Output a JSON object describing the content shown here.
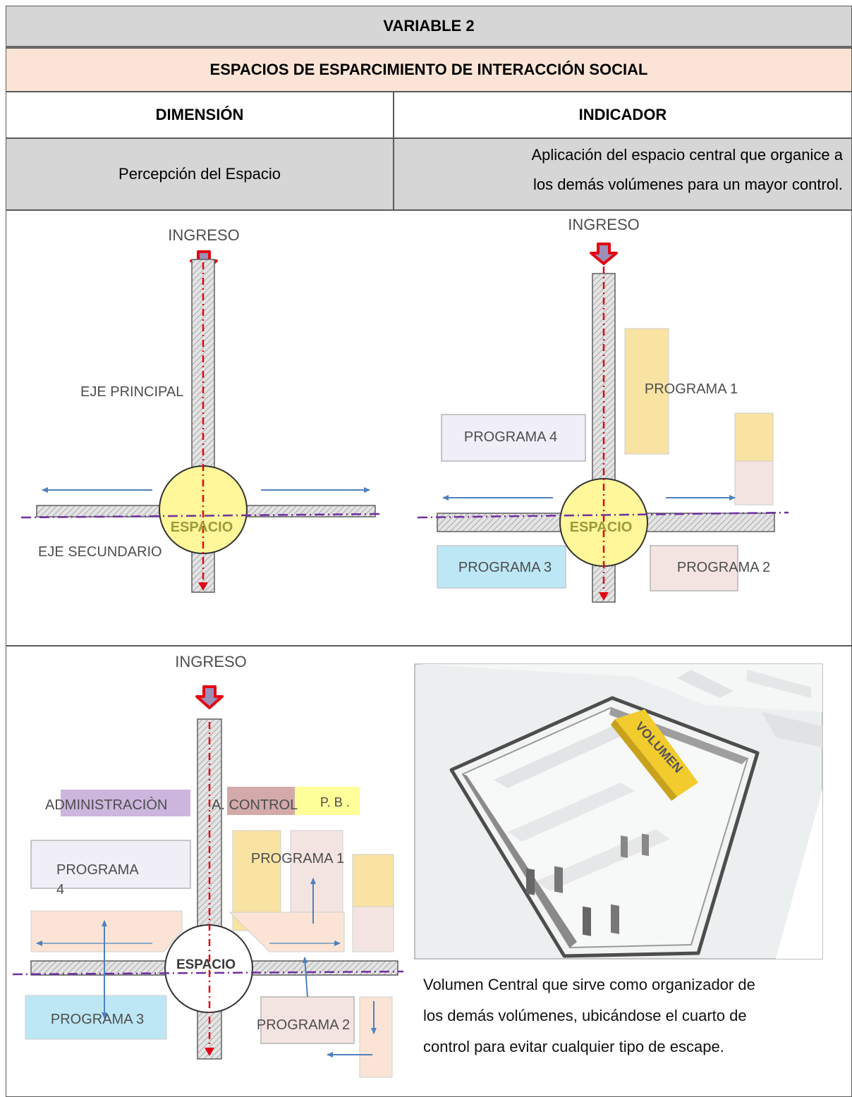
{
  "header": {
    "variable": "VARIABLE 2",
    "title": "ESPACIOS DE ESPARCIMIENTO DE INTERACCIÓN SOCIAL",
    "col_dimension": "DIMENSIÓN",
    "col_indicator": "INDICADOR"
  },
  "row": {
    "dimension": "Percepción del Espacio",
    "indicator_line1": "Aplicación del espacio central que organice a",
    "indicator_line2": "los demás volúmenes para un mayor control."
  },
  "diagram1": {
    "ingreso": "INGRESO",
    "eje_principal": "EJE PRINCIPAL",
    "eje_secundario": "EJE SECUNDARIO",
    "espacio": "ESPACIO"
  },
  "diagram2": {
    "ingreso": "INGRESO",
    "programa1": "PROGRAMA 1",
    "programa2": "PROGRAMA 2",
    "programa3": "PROGRAMA 3",
    "programa4": "PROGRAMA 4",
    "espacio": "ESPACIO"
  },
  "diagram3": {
    "ingreso": "INGRESO",
    "administracion": "ADMINISTRACIÒN",
    "control": "A. CONTROL",
    "pb": "P. B .",
    "programa1": "PROGRAMA 1",
    "programa2": "PROGRAMA 2",
    "programa3": "PROGRAMA 3",
    "programa4_line1": "PROGRAMA",
    "programa4_line2": "4",
    "espacio": "ESPACIO"
  },
  "photo": {
    "volumen_label": "VOLUMEN",
    "caption_line1": "Volumen Central que sirve como organizador de",
    "caption_line2": "los demás volúmenes, ubicándose el cuarto de",
    "caption_line3": "control para evitar cualquier tipo de escape."
  },
  "colors": {
    "header_gray": "#d6d6d6",
    "title_peach": "#fbe4d5",
    "espacio_yellow": "#fff799",
    "program_yellow": "#f9e3a3",
    "program_pink": "#f4e4e1",
    "program_blue": "#bde7f5",
    "program_lavender": "#f0eef6",
    "admin_purple": "#cdb6de",
    "control_mauve": "#d3a9a9",
    "pb_yellow": "#ffff99",
    "axis_red": "#e30613",
    "axis_purple": "#7030a0",
    "arrow_blue": "#4f81bd"
  }
}
